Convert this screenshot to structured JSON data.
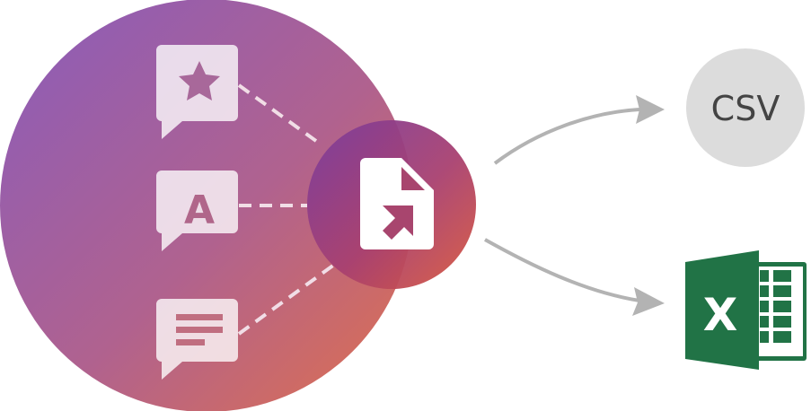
{
  "diagram": {
    "sources": [
      {
        "icon": "star-comment-icon"
      },
      {
        "icon": "text-comment-icon",
        "letter": "A"
      },
      {
        "icon": "lines-comment-icon"
      }
    ],
    "hub": {
      "icon": "file-export-icon"
    },
    "outputs": [
      {
        "label": "CSV",
        "icon": "csv-icon"
      },
      {
        "label": "X",
        "icon": "excel-icon"
      }
    ],
    "colors": {
      "big_circle_start": "#8a5cbb",
      "big_circle_end": "#e0704c",
      "hub_start": "#7a3d9e",
      "hub_end": "#d9583c",
      "arrow": "#b3b3b3",
      "csv_bg": "#dcdcdc",
      "csv_text": "#444444",
      "excel_green": "#217346"
    }
  }
}
